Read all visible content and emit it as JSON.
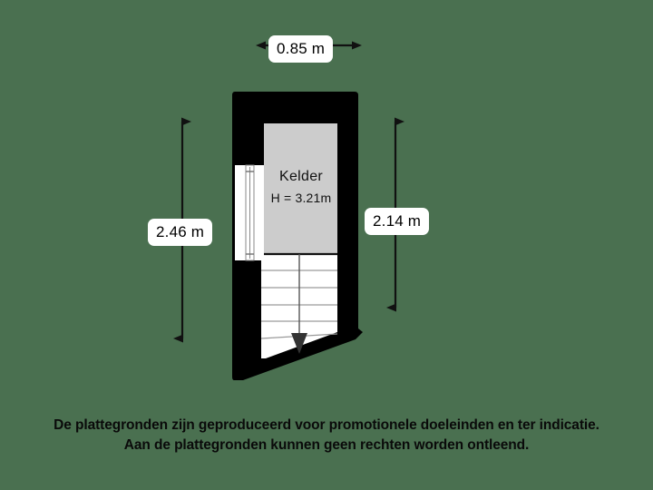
{
  "page": {
    "background_color": "#4a7050",
    "wall_color": "#000000",
    "room_fill_color": "#cccccc",
    "stair_fill_color": "#ffffff",
    "badge_background": "#ffffff",
    "badge_text_color": "#000000",
    "dimension_line_color": "#111111"
  },
  "dimensions": {
    "width_top": "0.85 m",
    "height_left": "2.46 m",
    "height_right": "2.14 m"
  },
  "room": {
    "name": "Kelder",
    "height_label": "H = 3.21m"
  },
  "features": {
    "window_left_wall": "window-icon",
    "staircase": "stairs-icon",
    "stair_direction_arrow": "arrow-down-icon",
    "stair_step_count": 6
  },
  "disclaimer": {
    "line1": "De plattegronden zijn geproduceerd voor promotionele doeleinden en ter indicatie.",
    "line2": "Aan de plattegronden kunnen geen rechten worden ontleend."
  }
}
